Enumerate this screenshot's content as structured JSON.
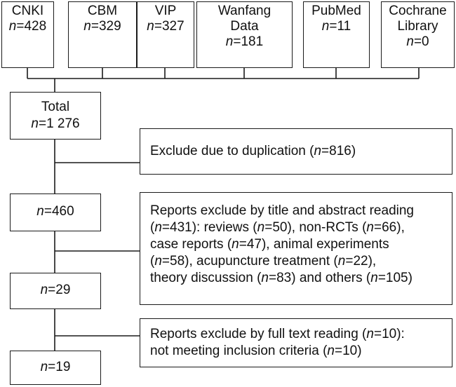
{
  "sources": [
    {
      "lines": [
        "CNKI"
      ],
      "n": "428"
    },
    {
      "lines": [
        "CBM"
      ],
      "n": "329"
    },
    {
      "lines": [
        "VIP"
      ],
      "n": "327"
    },
    {
      "lines": [
        "Wanfang",
        "Data"
      ],
      "n": "181"
    },
    {
      "lines": [
        "PubMed"
      ],
      "n": "11"
    },
    {
      "lines": [
        "Cochrane",
        "Library"
      ],
      "n": "0"
    }
  ],
  "total": {
    "label": "Total",
    "n": "1 276"
  },
  "exclusion1": {
    "pre": "Exclude due to duplication (",
    "n": "816",
    "post": ")"
  },
  "screen1": {
    "n": "460"
  },
  "exclusion2": {
    "lines": [
      [
        {
          "t": "Reports exclude by title and abstract reading"
        }
      ],
      [
        {
          "t": "("
        },
        {
          "n": "431"
        },
        {
          "t": "): reviews ("
        },
        {
          "n": "50"
        },
        {
          "t": "), non-RCTs ("
        },
        {
          "n": "66"
        },
        {
          "t": "),"
        }
      ],
      [
        {
          "t": "case reports ("
        },
        {
          "n": "47"
        },
        {
          "t": "), animal experiments"
        }
      ],
      [
        {
          "t": "("
        },
        {
          "n": "58"
        },
        {
          "t": "), acupuncture treatment ("
        },
        {
          "n": "22"
        },
        {
          "t": "),"
        }
      ],
      [
        {
          "t": "theory discussion ("
        },
        {
          "n": "83"
        },
        {
          "t": ") and others ("
        },
        {
          "n": "105"
        },
        {
          "t": ")"
        }
      ]
    ]
  },
  "screen2": {
    "n": "29"
  },
  "exclusion3": {
    "lines": [
      [
        {
          "t": "Reports exclude by full text reading ("
        },
        {
          "n": "10"
        },
        {
          "t": "):"
        }
      ],
      [
        {
          "t": "not meeting inclusion criteria ("
        },
        {
          "n": "10"
        },
        {
          "t": ")"
        }
      ]
    ]
  },
  "final": {
    "n": "19"
  },
  "n_symbol": "n",
  "equals": "="
}
